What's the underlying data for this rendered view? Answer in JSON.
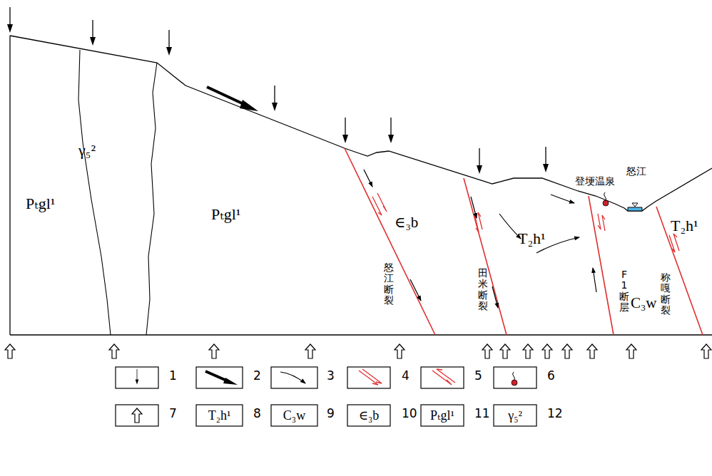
{
  "diagram": {
    "labels": [
      "Pₜgl¹",
      "γ₅²",
      "Pₜgl¹",
      "∈₃b",
      "T₂h¹",
      "C₃w",
      "T₂h¹",
      "怒江断裂",
      "田米断裂",
      "F1断层",
      "称嘎断裂",
      "登埂温泉",
      "怒江",
      "T₂h¹",
      "C₃w",
      "∈₃b",
      "Pₜgl¹",
      "γ₅²"
    ],
    "legend": [
      {
        "text": "1"
      },
      {
        "text": "2"
      },
      {
        "text": "3"
      },
      {
        "text": "4"
      },
      {
        "text": "5"
      },
      {
        "text": "6"
      },
      {
        "text": "7"
      },
      {
        "text": "8"
      },
      {
        "text": "9"
      },
      {
        "text": "10"
      },
      {
        "text": "11"
      },
      {
        "text": "12"
      }
    ]
  }
}
